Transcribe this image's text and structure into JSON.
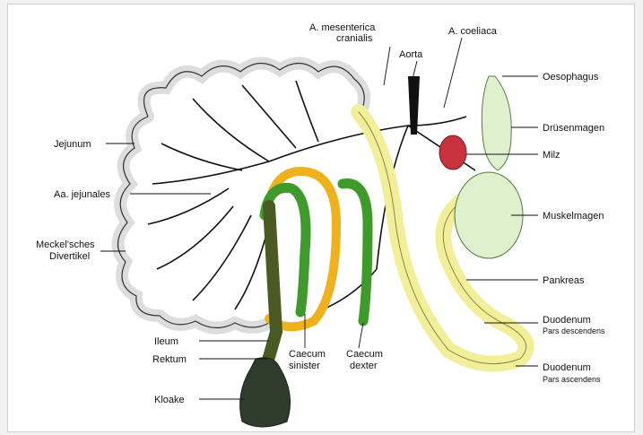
{
  "labels": {
    "a_mesenterica": "A. mesenterica",
    "cranialis": "cranialis",
    "a_coeliaca": "A. coeliaca",
    "aorta": "Aorta",
    "oesophagus": "Oesophagus",
    "druesenmagen": "Drüsenmagen",
    "milz": "Milz",
    "muskelmagen": "Muskelmagen",
    "pankreas": "Pankreas",
    "duodenum_desc": "Duodenum",
    "pars_descendens": "Pars descendens",
    "duodenum_asc": "Duodenum",
    "pars_ascendens": "Pars ascendens",
    "jejunum": "Jejunum",
    "aa_jejunales": "Aa. jejunales",
    "meckel_1": "Meckel'sches",
    "meckel_2": "Divertikel",
    "ileum": "Ileum",
    "rektum": "Rektum",
    "kloake": "Kloake",
    "caecum_sin_1": "Caecum",
    "caecum_sin_2": "sinister",
    "caecum_dex_1": "Caecum",
    "caecum_dex_2": "dexter"
  },
  "colors": {
    "intestine_yellow": "#f2ef9a",
    "caecum_orange": "#f0b21c",
    "caecum_green": "#3f9a2c",
    "ileum_olive": "#4a5a22",
    "kloake_dark": "#2f3b2b",
    "stomach_green": "#dff0cf",
    "spleen_red": "#c8323f",
    "vessel_black": "#111111"
  }
}
